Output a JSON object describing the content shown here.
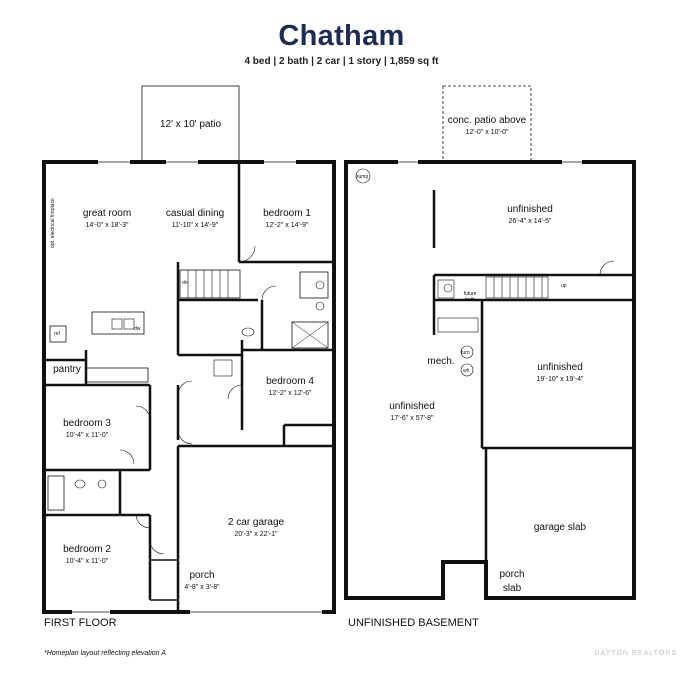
{
  "header": {
    "title": "Chatham",
    "subtitle": "4 bed | 2 bath | 2 car | 1 story | 1,859 sq ft"
  },
  "first_floor": {
    "label": "FIRST FLOOR",
    "rooms": {
      "patio": {
        "name": "12' x 10' patio"
      },
      "great_room": {
        "name": "great room",
        "dim": "14'-0\" x 18'-3\""
      },
      "casual_dining": {
        "name": "casual dining",
        "dim": "11'-10\" x 14'-9\""
      },
      "bedroom1": {
        "name": "bedroom 1",
        "dim": "12'-2\" x 14'-9\""
      },
      "bedroom4": {
        "name": "bedroom 4",
        "dim": "12'-2\" x 12'-6\""
      },
      "bedroom3": {
        "name": "bedroom 3",
        "dim": "10'-4\" x 11'-0\""
      },
      "bedroom2": {
        "name": "bedroom 2",
        "dim": "10'-4\" x 11'-0\""
      },
      "pantry": {
        "name": "pantry"
      },
      "garage": {
        "name": "2 car garage",
        "dim": "20'-3\" x 22'-1\""
      },
      "porch": {
        "name": "porch",
        "dim": "4'-8\" x 3'-8\""
      }
    },
    "fixtures": {
      "fireplace": "opt. electrical fireplace",
      "ref": "ref",
      "dw": "dw",
      "stair": "dn"
    }
  },
  "basement": {
    "label": "UNFINISHED BASEMENT",
    "rooms": {
      "patio_above": {
        "name": "conc. patio above",
        "dim": "12'-0\" x 10'-0\""
      },
      "unfinished_top": {
        "name": "unfinished",
        "dim": "26'-4\" x 14'-5\""
      },
      "unfinished_mid": {
        "name": "unfinished",
        "dim": "19'-10\" x 19'-4\""
      },
      "unfinished_main": {
        "name": "unfinished",
        "dim": "17'-6\" x 57'-8\""
      },
      "mech": {
        "name": "mech."
      },
      "garage_slab": {
        "name": "garage slab"
      },
      "porch_slab": {
        "name": "porch",
        "name2": "slab"
      }
    },
    "fixtures": {
      "sump": "sump",
      "future_bath": "future bath",
      "furn": "furn",
      "wh": "wh",
      "stair": "up"
    }
  },
  "footnote": "*Homeplan layout reflecting elevation A",
  "watermark": "DAYTON REALTORS"
}
